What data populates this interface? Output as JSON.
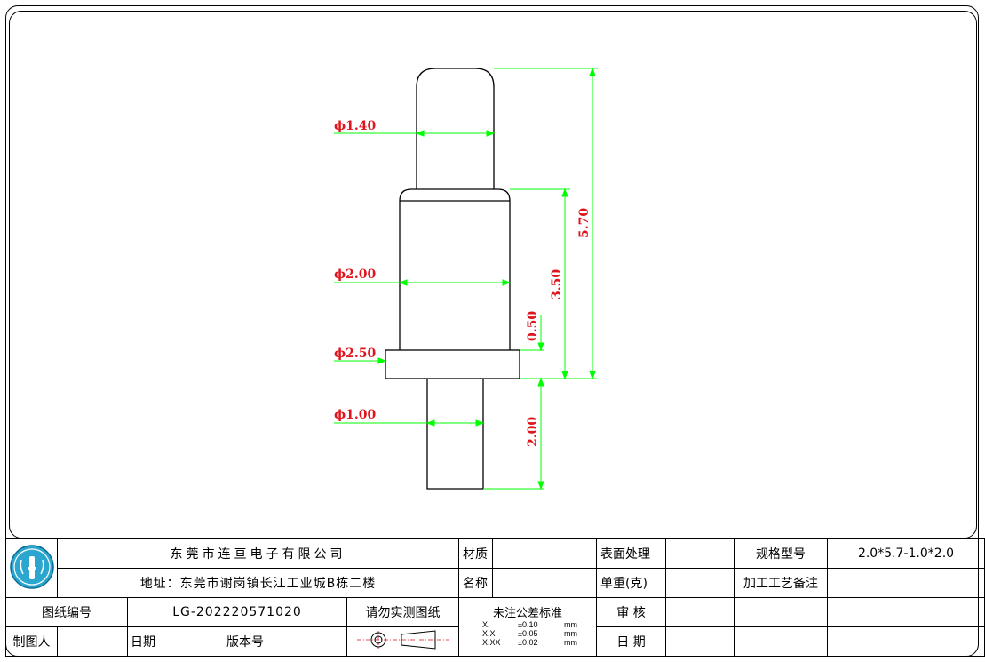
{
  "drawing": {
    "dimensions": {
      "dia_plunger": "ϕ1.40",
      "dia_barrel": "ϕ2.00",
      "dia_collar": "ϕ2.50",
      "dia_tail": "ϕ1.00",
      "total_length": "5.70",
      "barrel_length": "3.50",
      "collar_thickness": "0.50",
      "tail_length": "2.00"
    },
    "colors": {
      "dimension_line": "#00ff00",
      "dimension_text": "#e0141d",
      "outline": "#000000"
    }
  },
  "title_block": {
    "company_name": "东莞市连亘电子有限公司",
    "address": "地址：东莞市谢岗镇长江工业城B栋二楼",
    "material_label": "材质",
    "name_label": "名称",
    "surface_label": "表面处理",
    "unit_weight_label": "单重(克)",
    "spec_label": "规格型号",
    "spec_value": "2.0*5.7-1.0*2.0",
    "process_note_label": "加工工艺备注",
    "drawing_no_label": "图纸编号",
    "drawing_no_value": "LG-202220571020",
    "no_scale_note": "请勿实测图纸",
    "tolerance_title": "未注公差标准",
    "tolerances": [
      {
        "format": "X.",
        "value": "±0.10",
        "unit": "mm"
      },
      {
        "format": "X.X",
        "value": "±0.05",
        "unit": "mm"
      },
      {
        "format": "X.XX",
        "value": "±0.02",
        "unit": "mm"
      }
    ],
    "review_label": "审 核",
    "date_label_right": "日 期",
    "drafter_label": "制图人",
    "date_label": "日期",
    "version_label": "版本号",
    "logo_icon": "company-logo-icon",
    "projection_icon": "projection-symbol-icon"
  }
}
